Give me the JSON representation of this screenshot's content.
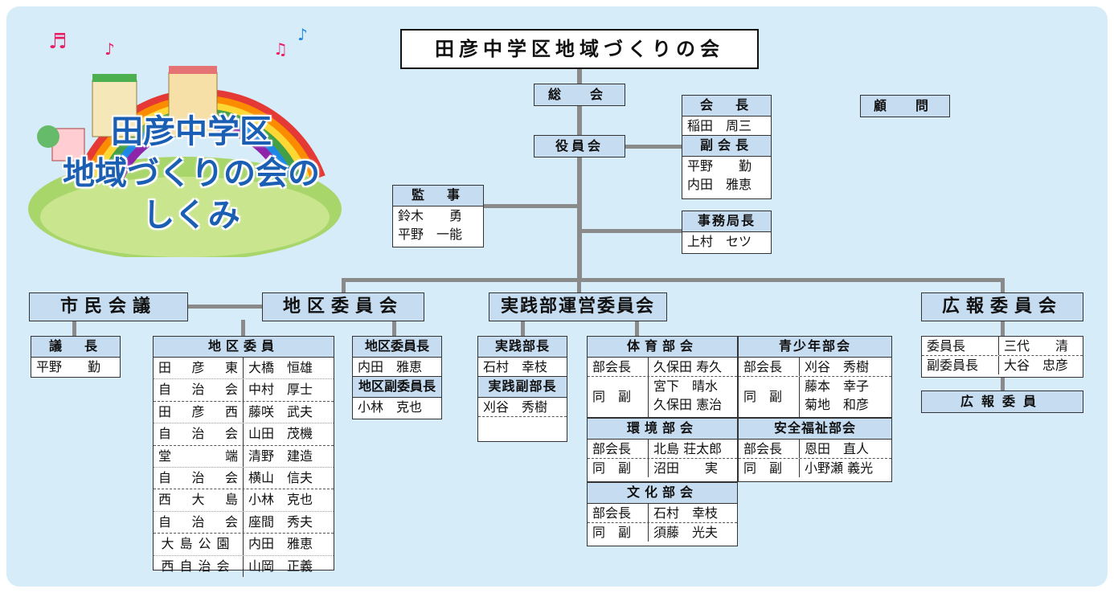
{
  "logo": {
    "line1": "田彦中学区",
    "line2": "地域づくりの会の",
    "line3": "しくみ"
  },
  "top": "田彦中学区地域づくりの会",
  "soukai": "総　会",
  "yakuinkai": "役員会",
  "komon": "顧　問",
  "kaicho": {
    "title": "会　長",
    "name": "稲田　周三"
  },
  "fukukaicho": {
    "title": "副会長",
    "names": [
      "平野　　勤",
      "内田　雅恵"
    ]
  },
  "kanji": {
    "title": "監　事",
    "names": [
      "鈴木　　勇",
      "平野　一能"
    ]
  },
  "jimukyokucho": {
    "title": "事務局長",
    "name": "上村　セツ"
  },
  "shiminkaigi": "市民会議",
  "gicho": {
    "title": "議　長",
    "name": "平野　　勤"
  },
  "chikuiinkai": "地区委員会",
  "chikuiin": {
    "title": "地区委員",
    "rows": [
      {
        "area": [
          "田",
          "彦",
          "東"
        ],
        "name": "大橋　恒雄"
      },
      {
        "area": [
          "自",
          "治",
          "会"
        ],
        "name": "中村　厚士"
      },
      {
        "area": [
          "田",
          "彦",
          "西"
        ],
        "name": "藤咲　武夫"
      },
      {
        "area": [
          "自",
          "治",
          "会"
        ],
        "name": "山田　茂機"
      },
      {
        "area": [
          "堂",
          "",
          "端"
        ],
        "name": "清野　建造"
      },
      {
        "area": [
          "自",
          "治",
          "会"
        ],
        "name": "横山　信夫"
      },
      {
        "area": [
          "西",
          "大",
          "島"
        ],
        "name": "小林　克也"
      },
      {
        "area": [
          "自",
          "治",
          "会"
        ],
        "name": "座間　秀夫"
      },
      {
        "area": [
          "大島公園"
        ],
        "name": "内田　雅恵"
      },
      {
        "area": [
          "西自治会"
        ],
        "name": "山岡　正義"
      }
    ]
  },
  "chikuiincho": {
    "title": "地区委員長",
    "name": "内田　雅恵",
    "title2": "地区副委員長",
    "name2": "小林　克也"
  },
  "jissen": "実践部運営委員会",
  "jissenbucho": {
    "title": "実践部長",
    "name": "石村　幸枝",
    "title2": "実践副部長",
    "name2": "刈谷　秀樹"
  },
  "taiiku": {
    "title": "体育部会",
    "rows": [
      [
        "部会長",
        "久保田 寿久"
      ],
      [
        "同　副",
        "宮下　晴水",
        "久保田 憲治"
      ]
    ]
  },
  "seishonen": {
    "title": "青少年部会",
    "rows": [
      [
        "部会長",
        "刈谷　秀樹"
      ],
      [
        "同　副",
        "藤本　幸子",
        "菊地　和彦"
      ]
    ]
  },
  "kankyo": {
    "title": "環境部会",
    "rows": [
      [
        "部会長",
        "北島 荘太郎"
      ],
      [
        "同　副",
        "沼田　　実"
      ]
    ]
  },
  "anzen": {
    "title": "安全福祉部会",
    "rows": [
      [
        "部会長",
        "恩田　直人"
      ],
      [
        "同　副",
        "小野瀬 義光"
      ]
    ]
  },
  "bunka": {
    "title": "文化部会",
    "rows": [
      [
        "部会長",
        "石村　幸枝"
      ],
      [
        "同　副",
        "須藤　光夫"
      ]
    ]
  },
  "kouho": "広報委員会",
  "kouhoiin": {
    "rows": [
      [
        "委員長",
        "三代　　清"
      ],
      [
        "副委員長",
        "大谷　忠彦"
      ]
    ],
    "title": "広報委員"
  },
  "colors": {
    "background": "#d6ecf9",
    "header": "#c6dcf1",
    "line": "#8a8a8a",
    "logo_text": "#1a5fb4"
  }
}
